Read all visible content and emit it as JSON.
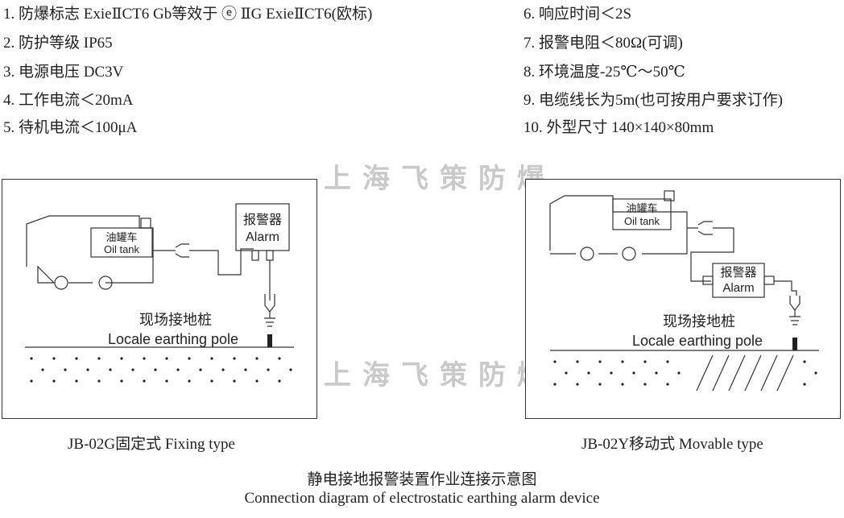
{
  "specs_left": [
    "1. 防爆标志  ExieⅡCT6 Gb等效于 ⓔ ⅡG ExieⅡCT6(欧标)",
    "2. 防护等级 IP65",
    "3. 电源电压 DC3V",
    "4. 工作电流＜20mA",
    "5. 待机电流＜100μA"
  ],
  "specs_right": [
    "6. 响应时间＜2S",
    "7. 报警电阻＜80Ω(可调)",
    "8. 环境温度-25℃～50℃",
    "9. 电缆线长为5m(也可按用户要求订作)",
    "10. 外型尺寸 140×140×80mm"
  ],
  "watermark": "上海飞策防爆",
  "panel_fixed": {
    "tank_cn": "油罐车",
    "tank_en": "Oil tank",
    "alarm_cn": "报警器",
    "alarm_en": "Alarm",
    "pole_cn": "现场接地桩",
    "pole_en": "Locale  earthing pole",
    "caption": "JB-02G固定式  Fixing type"
  },
  "panel_movable": {
    "tank_cn": "油罐车",
    "tank_en": "Oil tank",
    "alarm_cn": "报警器",
    "alarm_en": "Alarm",
    "pole_cn": "现场接地桩",
    "pole_en": "Locale earthing pole",
    "caption": "JB-02Y移动式  Movable  type"
  },
  "footer": {
    "title_cn": "静电接地报警装置作业连接示意图",
    "title_en": "Connection  diagram  of electrostatic  earthing  alarm  device"
  }
}
